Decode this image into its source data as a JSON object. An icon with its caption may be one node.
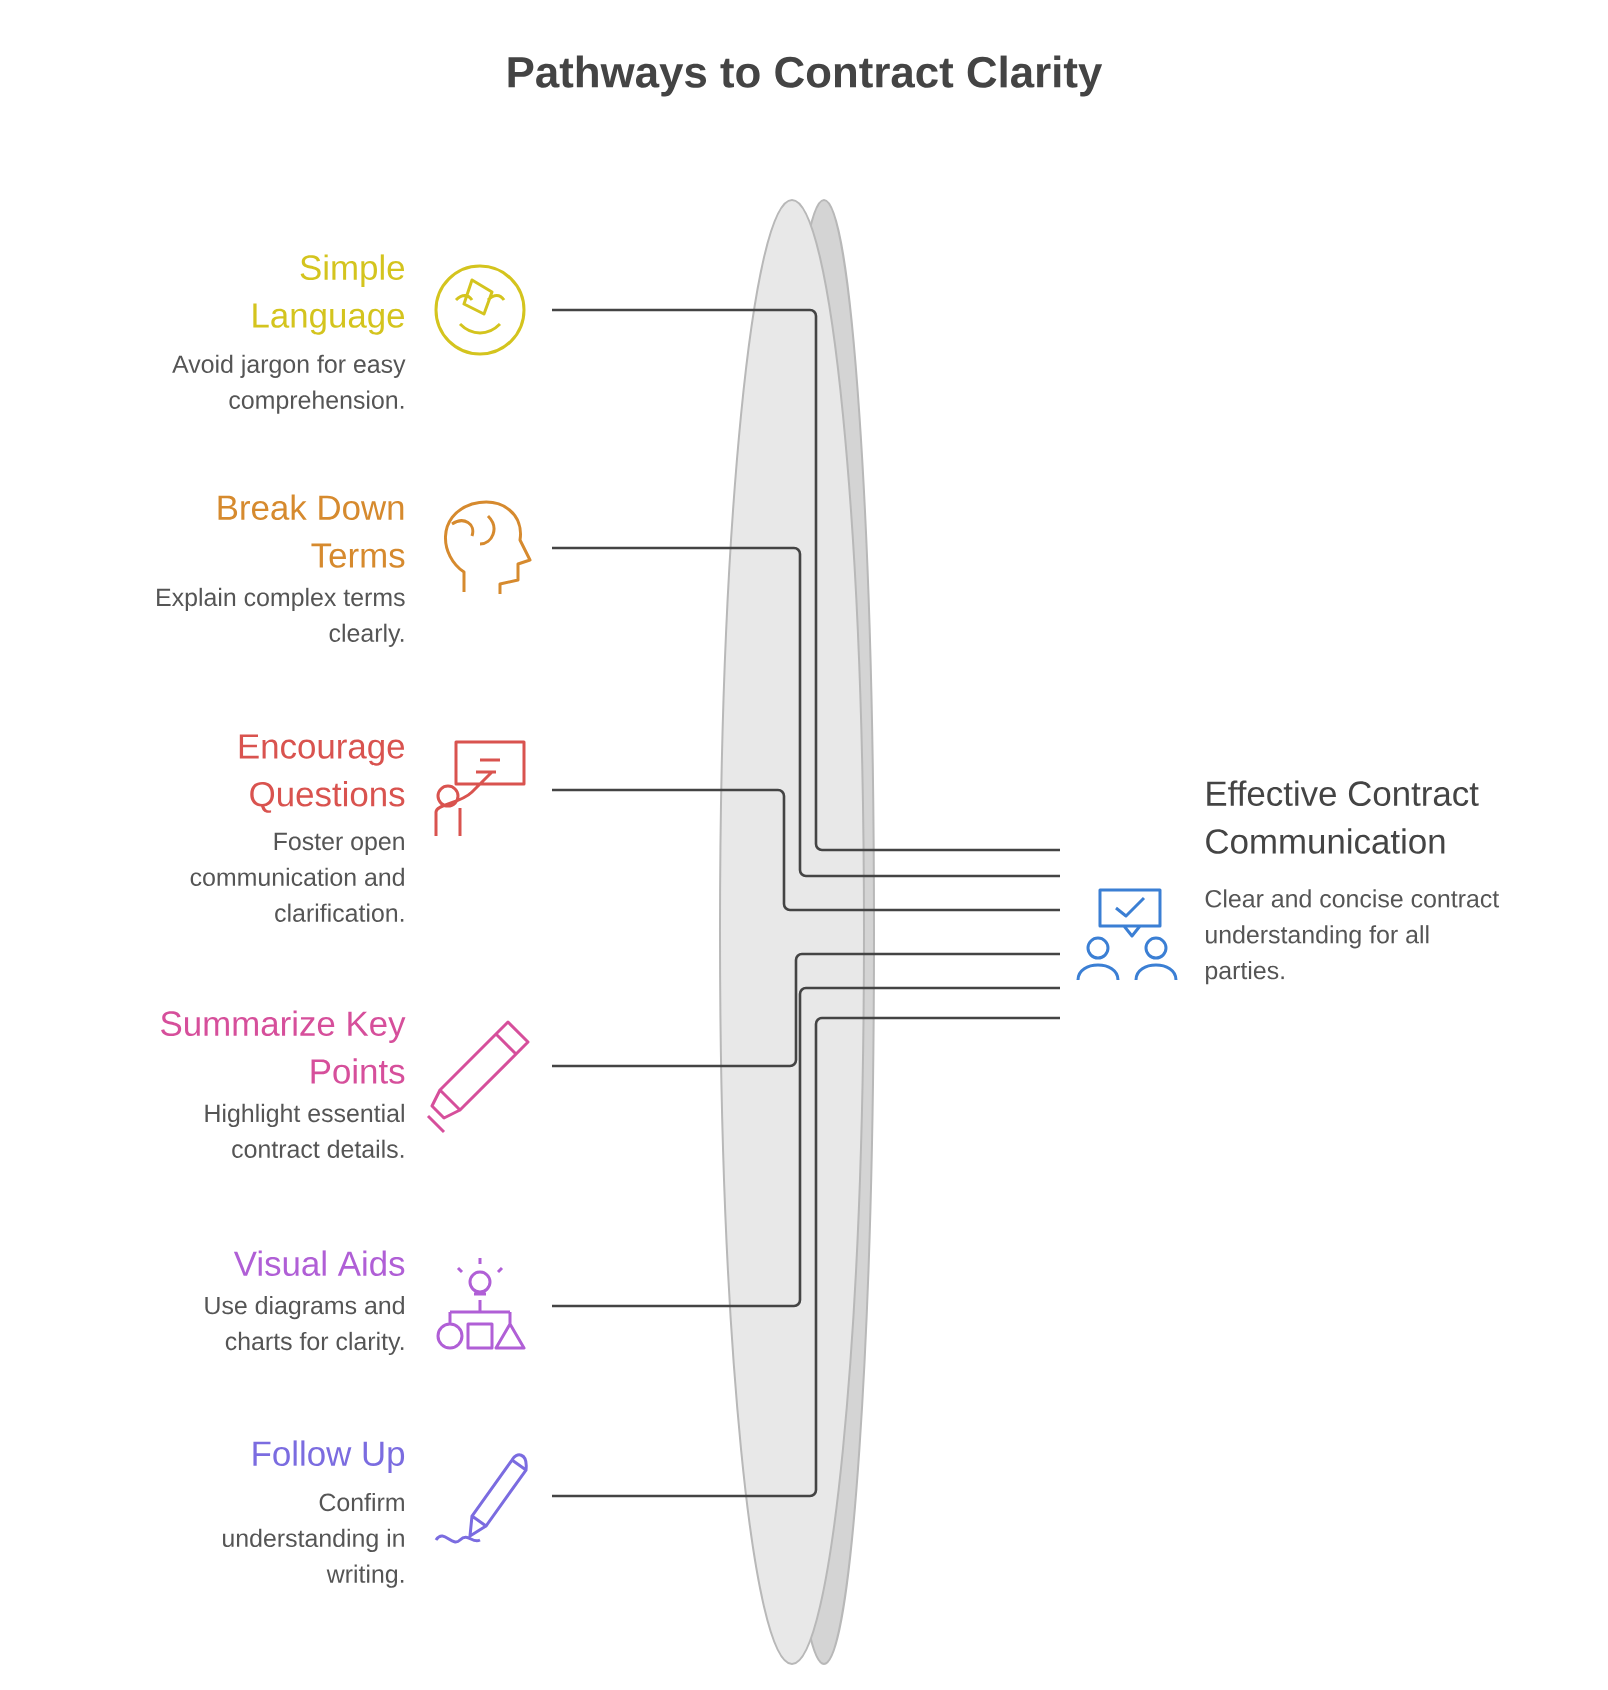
{
  "diagram": {
    "title": "Pathways to Contract Clarity",
    "nodes": [
      {
        "text": [
          "Simple Language",
          "Avoid jargon for easy comprehension."
        ]
      },
      {
        "text": [
          "Break Down Terms",
          "Explain complex terms clearly."
        ]
      },
      {
        "text": [
          "Encourage Questions",
          "Foster open communication and clarification."
        ]
      },
      {
        "text": [
          "Summarize Key Points",
          "Highlight essential contract details."
        ]
      },
      {
        "text": [
          "Visual Aids",
          "Use diagrams and charts for clarity."
        ]
      },
      {
        "text": [
          "Follow Up",
          "Confirm understanding in writing."
        ]
      },
      {
        "text": [
          "Effective Contract Communication",
          "Clear and concise contract understanding for all parties."
        ]
      }
    ],
    "edges": [
      {
        "from": 0,
        "to": 6,
        "arrow": "none"
      },
      {
        "from": 1,
        "to": 6,
        "arrow": "none"
      },
      {
        "from": 2,
        "to": 6,
        "arrow": "none"
      },
      {
        "from": 3,
        "to": 6,
        "arrow": "none"
      },
      {
        "from": 4,
        "to": 6,
        "arrow": "none"
      },
      {
        "from": 5,
        "to": 6,
        "arrow": "none"
      }
    ]
  }
}
